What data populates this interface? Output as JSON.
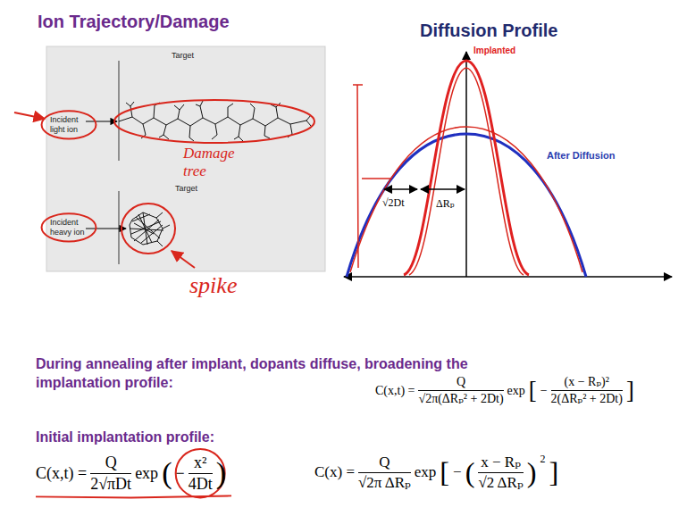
{
  "diagram": {
    "labels": [
      "Ion Trajectory/Damage",
      "Diffusion Profile",
      "Target",
      "Incident light ion",
      "Damage tree",
      "Target",
      "Incident heavy ion",
      "spike",
      "Implanted",
      "After Diffusion",
      "√2Dt",
      "ΔRₚ",
      "During annealing after implant, dopants diffuse, broadening the implantation profile:",
      "C(x,t) =",
      "Q",
      "√2π(ΔRₚ² + 2Dt)",
      "exp",
      "[",
      "−",
      "(x − Rₚ)²",
      "2(ΔRₚ² + 2Dt)",
      "]",
      "Initial implantation profile:",
      "C(x,t) =",
      "Q",
      "2√πDt",
      "exp",
      "(",
      "−",
      "x²",
      "4Dt",
      ")",
      "C(x) =",
      "Q",
      "√2π ΔRₚ",
      "exp",
      "[",
      "−",
      "(",
      "x − Rₚ",
      "√2 ΔRₚ",
      ")",
      "2",
      "]"
    ]
  }
}
